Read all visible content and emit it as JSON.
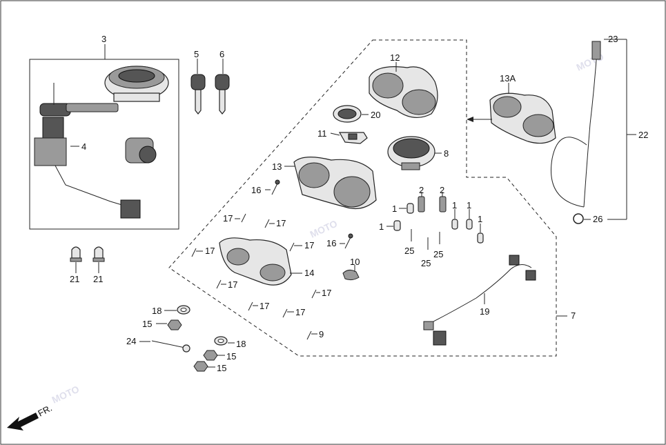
{
  "callouts": {
    "c1": "1",
    "c2": "2",
    "c3": "3",
    "c4": "4",
    "c5": "5",
    "c6": "6",
    "c7": "7",
    "c8": "8",
    "c9": "9",
    "c10": "10",
    "c11": "11",
    "c12": "12",
    "c13": "13",
    "c13a": "13A",
    "c14": "14",
    "c15": "15",
    "c16": "16",
    "c17": "17",
    "c18": "18",
    "c19": "19",
    "c20": "20",
    "c21": "21",
    "c22": "22",
    "c23": "23",
    "c24": "24",
    "c25": "25",
    "c26": "26"
  },
  "direction_label": "FR.",
  "watermark": "MOTO",
  "colors": {
    "line": "#222222",
    "part_fill": "#e6e6e6",
    "background": "#ffffff"
  }
}
